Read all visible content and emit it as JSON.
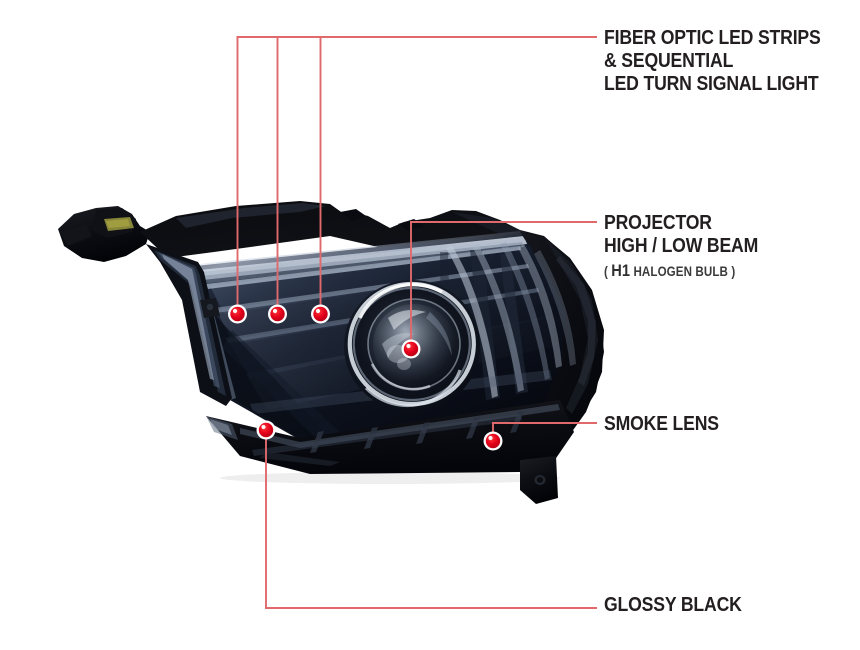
{
  "diagram": {
    "title": "Headlight Feature Callout Diagram",
    "product": "projector-headlight-assembly",
    "background_color": "#ffffff",
    "leader_line_color": "#e0696c",
    "dot_fill_color": "#e3001b",
    "dot_ring_color": "#ffffff",
    "label_text_color": "#231f20",
    "sub_label_text_color": "#3b3b3b"
  },
  "callouts": [
    {
      "id": "fiber-optic-led-strips",
      "lines": [
        "FIBER OPTIC LED STRIPS",
        "& SEQUENTIAL",
        "LED TURN SIGNAL LIGHT"
      ],
      "sub": null,
      "markers": 3
    },
    {
      "id": "projector-high-low-beam",
      "lines": [
        "PROJECTOR",
        "HIGH / LOW BEAM"
      ],
      "sub": {
        "open": "( ",
        "big": "H1",
        "small": " HALOGEN BULB ",
        "close": ")"
      },
      "markers": 1
    },
    {
      "id": "smoke-lens",
      "lines": [
        "SMOKE LENS"
      ],
      "sub": null,
      "markers": 1
    },
    {
      "id": "glossy-black",
      "lines": [
        "GLOSSY BLACK"
      ],
      "sub": null,
      "markers": 1
    }
  ]
}
